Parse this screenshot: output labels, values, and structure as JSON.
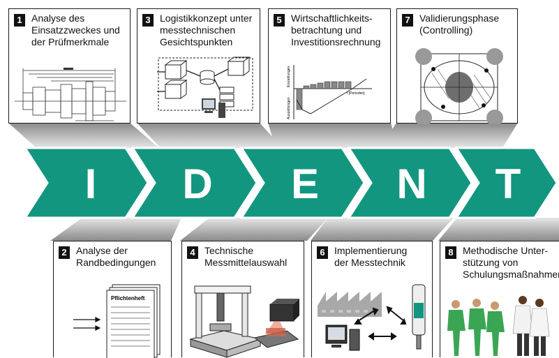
{
  "steps": [
    {
      "num": "1",
      "title": "Analyse des\nEinsatzzweckes und\nder Prüfmerkmale"
    },
    {
      "num": "2",
      "title": "Analyse der\nRandbedingungen"
    },
    {
      "num": "3",
      "title": "Logistikkonzept unter\nmesstechnischen\nGesichtspunkten"
    },
    {
      "num": "4",
      "title": "Technische\nMessmittelauswahl"
    },
    {
      "num": "5",
      "title": "Wirtschaftlichkeits-\nbetrachtung und\nInvestitionsrechnung"
    },
    {
      "num": "6",
      "title": "Implementierung\nder Messtechnik"
    },
    {
      "num": "7",
      "title": "Validierungsphase\n(Controlling)"
    },
    {
      "num": "8",
      "title": "Methodische Unter-\nstützung von\nSchulungsmaßnahmen"
    }
  ],
  "arrow_letters": [
    "I",
    "D",
    "E",
    "N",
    "T"
  ],
  "chart_labels": {
    "ylabel_top": "Einzahlungen",
    "ylabel_bottom": "Auszahlungen",
    "xlabel": "t [Perioden]"
  },
  "doc_label": "Pflichtenheft",
  "colors": {
    "arrow": "#13967f",
    "arrow_border": "#0c6b5a",
    "text_white": "#ffffff"
  }
}
